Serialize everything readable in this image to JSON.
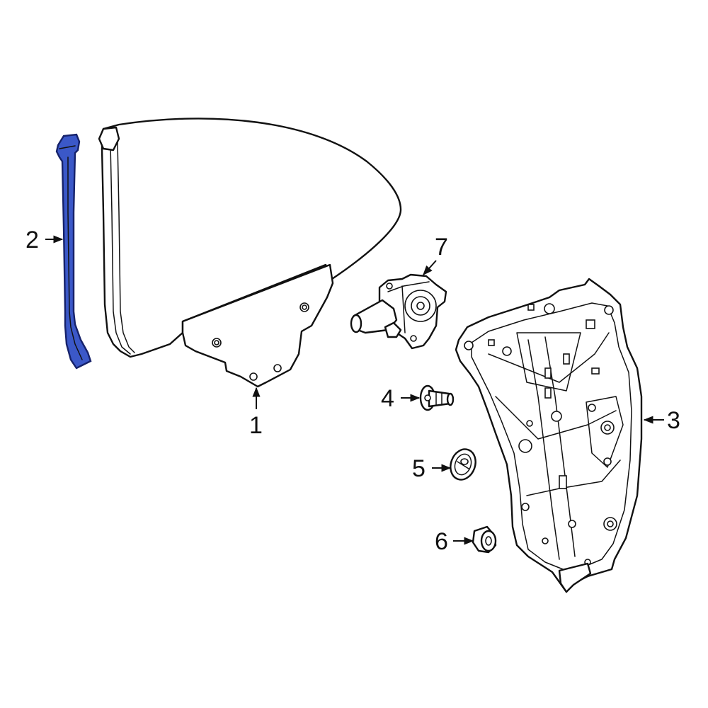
{
  "colors": {
    "highlight_fill": "#3b58c8",
    "highlight_stroke": "#16226a",
    "line": "#111111",
    "background": "#ffffff"
  },
  "callouts": {
    "c1": "1",
    "c2": "2",
    "c3": "3",
    "c4": "4",
    "c5": "5",
    "c6": "6",
    "c7": "7"
  },
  "highlighted_part": "2"
}
